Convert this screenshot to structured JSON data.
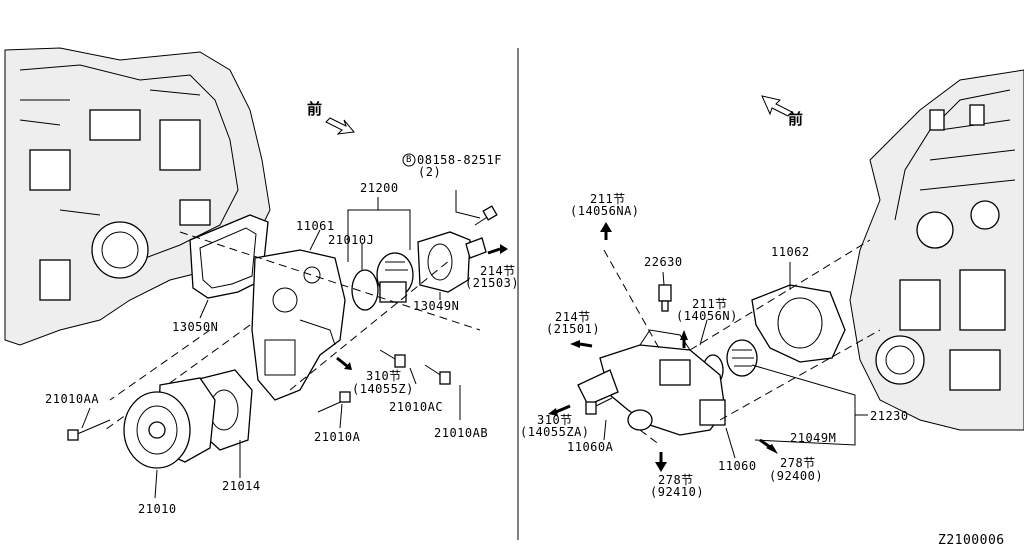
{
  "left": {
    "forward": "前",
    "labels": {
      "p21200": "21200",
      "p11061": "11061",
      "p21010J": "21010J",
      "bolt_code": "08158-8251F",
      "bolt_qty": "(2)",
      "p13049N": "13049N",
      "p214_a": "214节",
      "p214_b": "(21503)",
      "p13050N": "13050N",
      "p310_a": "310节",
      "p310_b": "(14055Z)",
      "p21010AC": "21010AC",
      "p21010AB": "21010AB",
      "p21010AA": "21010AA",
      "p21010A": "21010A",
      "p21014": "21014",
      "p21010": "21010"
    }
  },
  "right": {
    "forward": "前",
    "labels": {
      "p211a_a": "211节",
      "p211a_b": "(14056NA)",
      "p22630": "22630",
      "p11062": "11062",
      "p211b_a": "211节",
      "p211b_b": "(14056N)",
      "p214_a": "214节",
      "p214_b": "(21501)",
      "p21230": "21230",
      "p21049M": "21049M",
      "p310_a": "310节",
      "p310_b": "(14055ZA)",
      "p11060A": "11060A",
      "p11060": "11060",
      "p278a_a": "278节",
      "p278a_b": "(92400)",
      "p278b_a": "278节",
      "p278b_b": "(92410)"
    }
  },
  "diagram_id": "Z2100006",
  "bolt_circle_letter": "B"
}
